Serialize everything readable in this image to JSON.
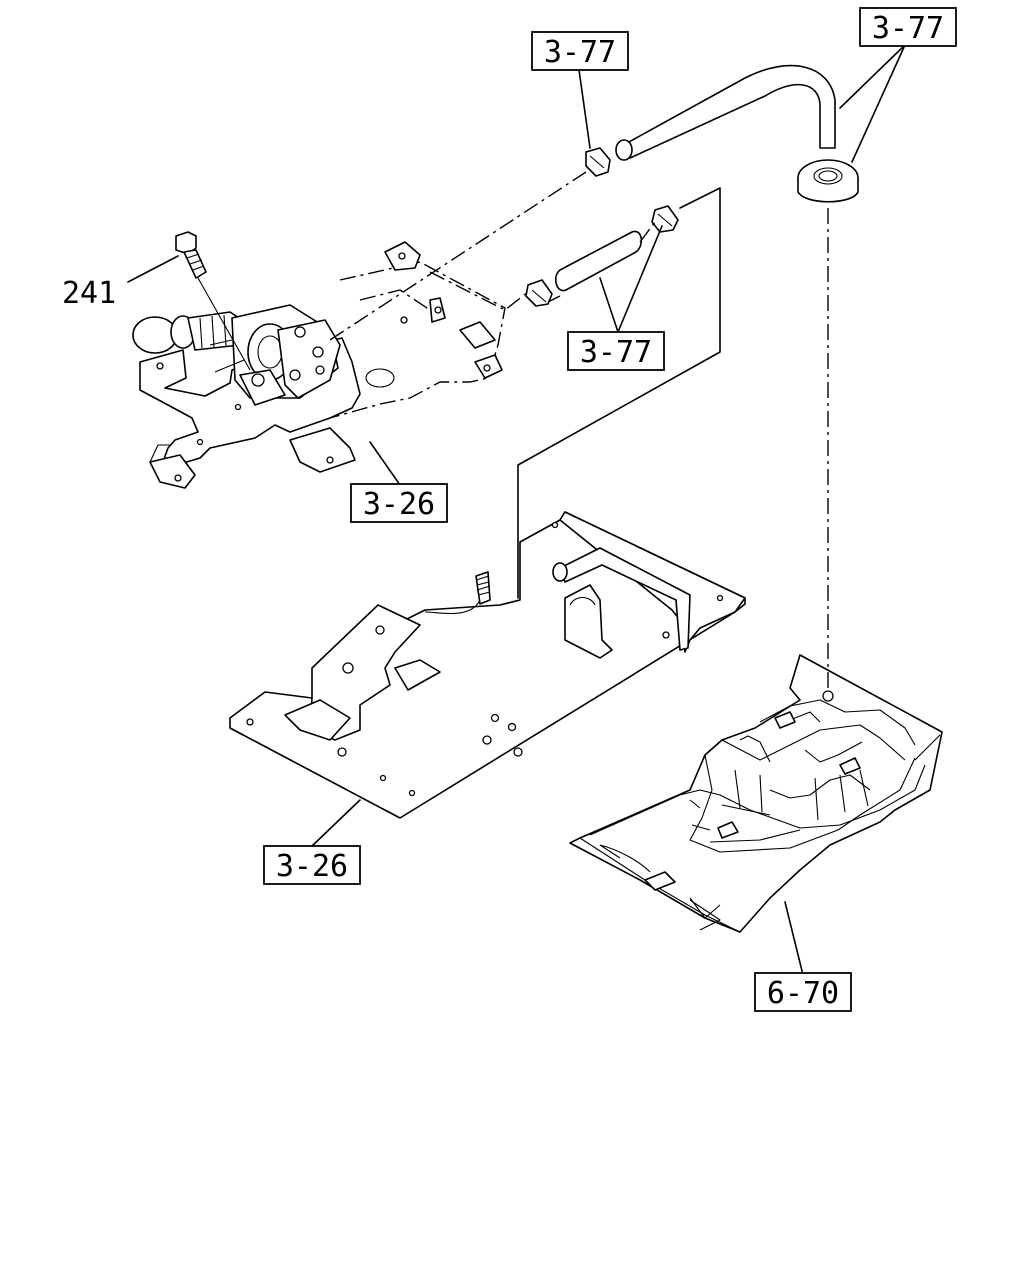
{
  "diagram": {
    "labels": {
      "bolt": "241",
      "hose_clip_top": "3-77",
      "hose_pipe_grommet": "3-77",
      "clips_hose": "3-77",
      "bracket_upper": "3-26",
      "bracket_lower": "3-26",
      "floor_panel": "6-70"
    }
  }
}
